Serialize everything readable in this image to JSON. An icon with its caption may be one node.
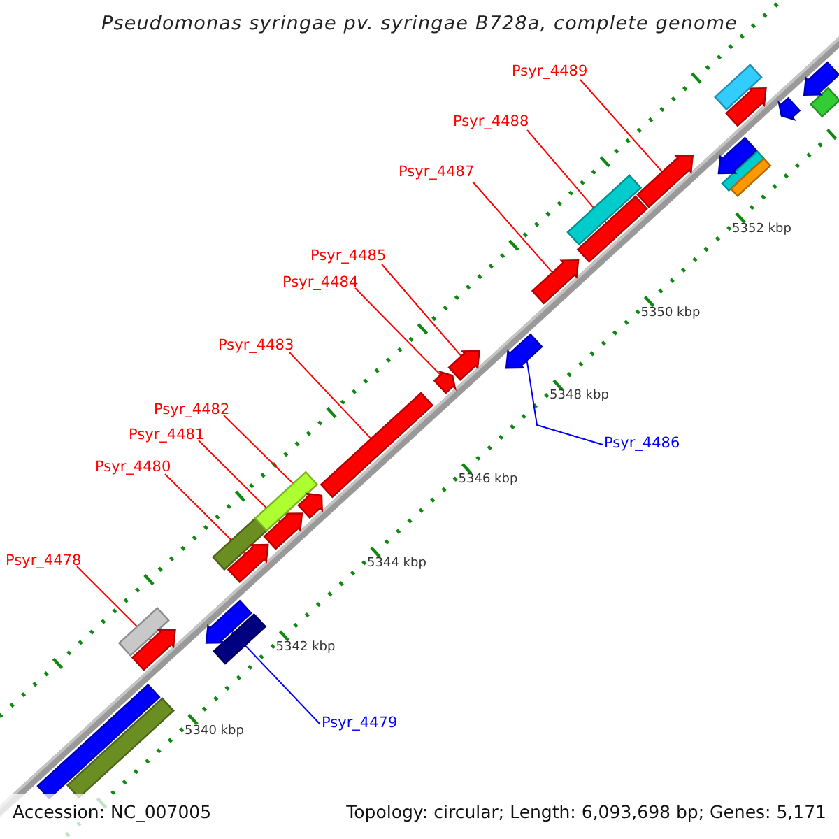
{
  "diagram": {
    "title": "Pseudomonas syringae pv. syringae B728a, complete genome",
    "nodes": [
      {
        "text": [
          "Psyr_4489"
        ]
      },
      {
        "text": [
          "Psyr_4488"
        ]
      },
      {
        "text": [
          "Psyr_4487"
        ]
      },
      {
        "text": [
          "Psyr_4485"
        ]
      },
      {
        "text": [
          "Psyr_4484"
        ]
      },
      {
        "text": [
          "Psyr_4483"
        ]
      },
      {
        "text": [
          "Psyr_4482"
        ]
      },
      {
        "text": [
          "Psyr_4481"
        ]
      },
      {
        "text": [
          "Psyr_4480"
        ]
      },
      {
        "text": [
          "Psyr_4478"
        ]
      },
      {
        "text": [
          "Psyr_4486"
        ]
      },
      {
        "text": [
          "Psyr_4479"
        ]
      },
      {
        "text": [],
        "shape": "bar"
      },
      {
        "text": [],
        "shape": "bar"
      },
      {
        "text": [],
        "shape": "bar"
      },
      {
        "text": [],
        "shape": "pentagon"
      },
      {
        "text": [],
        "shape": "pentagon"
      },
      {
        "text": [],
        "shape": "bar"
      },
      {
        "text": [],
        "shape": "bar"
      },
      {
        "text": [],
        "shape": "pentagon"
      },
      {
        "text": [],
        "shape": "pentagon"
      },
      {
        "text": [],
        "shape": "bar"
      },
      {
        "text": [],
        "shape": "pentagon"
      },
      {
        "text": [],
        "shape": "bar"
      },
      {
        "text": [],
        "shape": "pentagon"
      },
      {
        "text": [],
        "shape": "pentagon"
      },
      {
        "text": [],
        "shape": "pentagon"
      },
      {
        "text": [],
        "shape": "pentagon"
      },
      {
        "text": [],
        "shape": "bar"
      },
      {
        "text": [],
        "shape": "bar"
      },
      {
        "text": [],
        "shape": "pentagon"
      },
      {
        "text": [],
        "shape": "bar"
      },
      {
        "text": [],
        "shape": "bar"
      },
      {
        "text": [],
        "shape": "pentagon"
      },
      {
        "text": [],
        "shape": "pentagon"
      },
      {
        "text": [],
        "shape": "bar"
      },
      {
        "text": [],
        "shape": "pentagon"
      },
      {
        "text": [],
        "shape": "bar"
      },
      {
        "text": [],
        "shape": "pentagon"
      }
    ],
    "edges": [
      {
        "from": 0,
        "to": 30,
        "arrow": "none"
      },
      {
        "from": 1,
        "to": 28,
        "arrow": "none"
      },
      {
        "from": 2,
        "to": 27,
        "arrow": "none"
      },
      {
        "from": 3,
        "to": 25,
        "arrow": "none"
      },
      {
        "from": 4,
        "to": 24,
        "arrow": "none"
      },
      {
        "from": 5,
        "to": 23,
        "arrow": "none"
      },
      {
        "from": 6,
        "to": 22,
        "arrow": "none"
      },
      {
        "from": 7,
        "to": 20,
        "arrow": "none"
      },
      {
        "from": 8,
        "to": 19,
        "arrow": "none"
      },
      {
        "from": 9,
        "to": 15,
        "arrow": "none"
      },
      {
        "from": 10,
        "to": 26,
        "arrow": "none",
        "color": "#0000ff"
      },
      {
        "from": 11,
        "to": 16,
        "arrow": "none",
        "color": "#0000ff"
      }
    ],
    "labels": [
      "5352 kbp",
      "5350 kbp",
      "5348 kbp",
      "5346 kbp",
      "5344 kbp",
      "5342 kbp",
      "5340 kbp",
      "Accession: NC_007005",
      "Topology: circular; Length: 6,093,698 bp; Genes: 5,171"
    ]
  }
}
